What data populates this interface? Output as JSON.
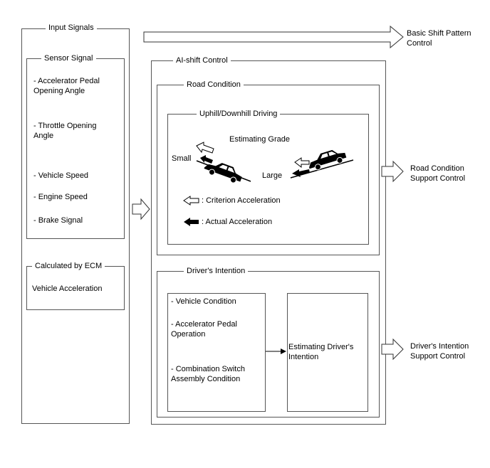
{
  "input_signals": {
    "title": "Input Signals",
    "sensor_signal": {
      "title": "Sensor Signal",
      "items": [
        "- Accelerator Pedal\nOpening Angle",
        "- Throttle Opening\nAngle",
        "- Vehicle Speed",
        "- Engine Speed",
        "- Brake Signal"
      ]
    },
    "calculated": {
      "title": "Calculated by ECM",
      "item": "Vehicle Acceleration"
    }
  },
  "basic_shift": {
    "label": "Basic Shift Pattern\nControl"
  },
  "ai_shift": {
    "title": "AI-shift Control",
    "road_condition": {
      "title": "Road Condition",
      "uphill": {
        "title": "Uphill/Downhill Driving",
        "estimating_grade": "Estimating Grade",
        "small": "Small",
        "large": "Large",
        "criterion": ": Criterion Acceleration",
        "actual": ": Actual Acceleration"
      }
    },
    "drivers_intention": {
      "title": "Driver's Intention",
      "conditions": [
        "- Vehicle Condition",
        "- Accelerator Pedal\nOperation",
        "- Combination Switch\nAssembly Condition"
      ],
      "estimating": "Estimating Driver's\nIntention"
    }
  },
  "outputs": {
    "road_support": "Road Condition\nSupport Control",
    "driver_support": "Driver's Intention\nSupport Control"
  }
}
